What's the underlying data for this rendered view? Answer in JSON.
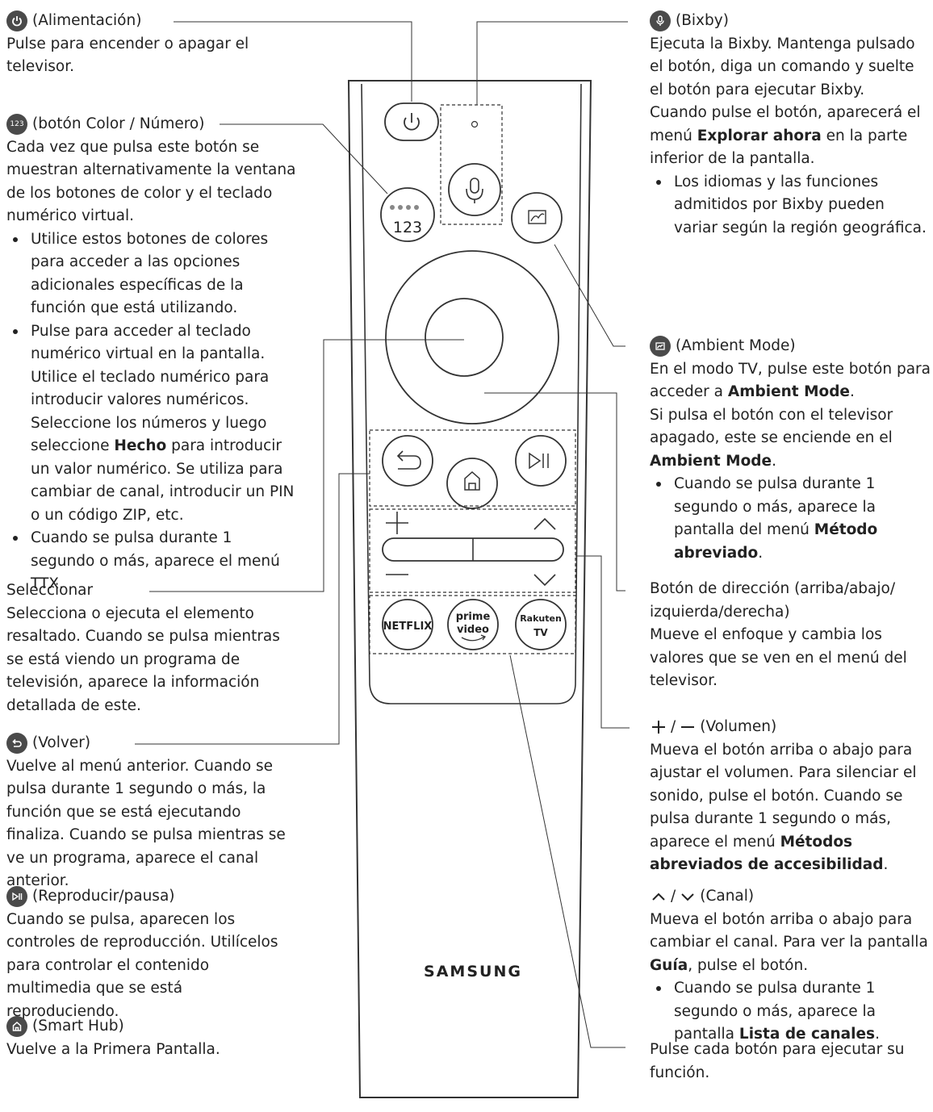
{
  "left": {
    "power": {
      "title": "(Alimentación)",
      "desc": "Pulse para encender o apagar el televisor."
    },
    "colornum": {
      "title": "(botón Color / Número)",
      "desc": "Cada vez que pulsa este botón se muestran alternativamente la ventana de los botones de color y el teclado numérico virtual.",
      "b1": "Utilice estos botones de colores para acceder a las opciones adicionales específicas de la función que está utilizando.",
      "b2a": "Pulse para acceder al teclado numérico virtual en la pantalla. Utilice el teclado numérico para introducir valores numéricos. Seleccione los números y luego seleccione ",
      "b2bold": "Hecho",
      "b2b": " para introducir un valor numérico. Se utiliza para cambiar de canal, introducir un PIN o un código ZIP, etc.",
      "b3": "Cuando se pulsa durante 1 segundo o más, aparece el menú TTX."
    },
    "select": {
      "title": "Seleccionar",
      "desc": "Selecciona o ejecuta el elemento resaltado. Cuando se pulsa mientras se está viendo un programa de televisión, aparece la información detallada de este."
    },
    "back": {
      "title": "(Volver)",
      "desc": "Vuelve al menú anterior. Cuando se pulsa durante 1 segundo o más, la función que se está ejecutando finaliza. Cuando se pulsa mientras se ve un programa, aparece el canal anterior."
    },
    "play": {
      "title": "(Reproducir/pausa)",
      "desc": "Cuando se pulsa, aparecen los controles de reproducción. Utilícelos para controlar el contenido multimedia que se está reproduciendo."
    },
    "hub": {
      "title": "(Smart Hub)",
      "desc": "Vuelve a la Primera Pantalla."
    }
  },
  "right": {
    "bixby": {
      "title": "(Bixby)",
      "desc1": "Ejecuta la Bixby. Mantenga pulsado el botón, diga un comando y suelte el botón para ejecutar Bixby.",
      "desc2a": "Cuando pulse el botón, aparecerá el menú ",
      "desc2bold": "Explorar ahora",
      "desc2b": " en la parte inferior de la pantalla.",
      "b1": "Los idiomas y las funciones admitidos por Bixby pueden variar según la región geográfica."
    },
    "ambient": {
      "title": "(Ambient Mode)",
      "desc1a": "En el modo TV, pulse este botón para acceder a ",
      "desc1bold": "Ambient Mode",
      "desc1b": ".",
      "desc2a": "Si pulsa el botón con el televisor apagado, este se enciende en el ",
      "desc2bold": "Ambient Mode",
      "desc2b": ".",
      "b1a": "Cuando se pulsa durante 1 segundo o más, aparece la pantalla del menú ",
      "b1bold": "Método abreviado",
      "b1b": "."
    },
    "direction": {
      "title": "Botón de dirección (arriba/abajo/ izquierda/derecha)",
      "desc": "Mueve el enfoque y cambia los valores que se ven en el menú del televisor."
    },
    "volume": {
      "title": "(Volumen)",
      "sep": "/",
      "desca": "Mueva el botón arriba o abajo para ajustar el volumen. Para silenciar el sonido, pulse el botón. Cuando se pulsa durante 1 segundo o más, aparece el menú ",
      "descbold": "Métodos abreviados de accesibilidad",
      "descb": "."
    },
    "channel": {
      "title": "(Canal)",
      "sep": "/",
      "desca": "Mueva el botón arriba o abajo para cambiar el canal. Para ver la pantalla ",
      "descbold": "Guía",
      "descb": ", pulse el botón.",
      "b1a": "Cuando se pulsa durante 1 segundo o más, aparece la pantalla ",
      "b1bold": "Lista de canales",
      "b1b": "."
    },
    "apps": {
      "desc": "Pulse cada botón para ejecutar su función."
    }
  },
  "remote": {
    "number_label": "123",
    "netflix": "NETFLIX",
    "prime1": "prime",
    "prime2": "video",
    "rakuten1": "Rakuten",
    "rakuten2": "TV",
    "brand": "SAMSUNG"
  }
}
